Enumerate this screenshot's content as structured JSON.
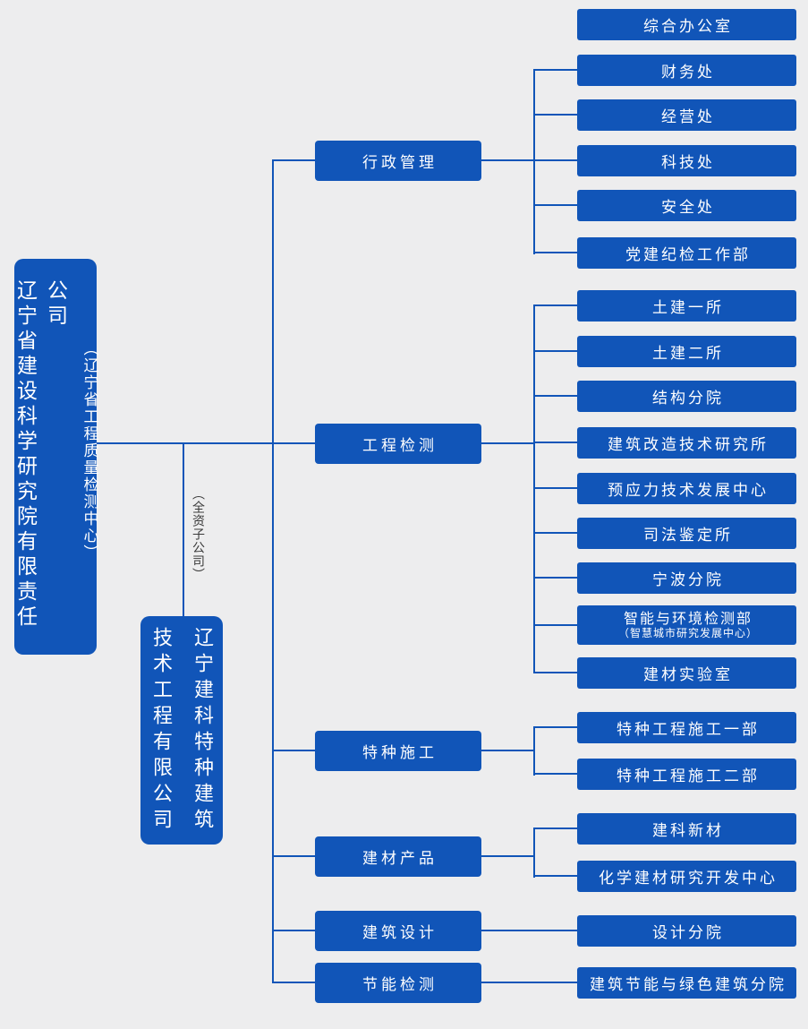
{
  "palette": {
    "node_blue": "#1155b8",
    "background_gray": "#ededee",
    "note_text": "#3a3a3a",
    "node_text": "#ffffff"
  },
  "root_company": {
    "name": "辽宁省建设科学研究院有限责任公司",
    "subtitle": "（辽宁省工程质量检测中心）"
  },
  "subsidiary_company": {
    "name_first_column": "辽宁建科特种建筑",
    "name_second_column": "技术工程有限公司",
    "full_name": "辽宁建科特种建筑技术工程有限公司",
    "ownership_note": "（全资子公司）"
  },
  "standalone": {
    "label": "综合办公室"
  },
  "branches": [
    {
      "label": "行政管理",
      "children": [
        {
          "label": "财务处"
        },
        {
          "label": "经营处"
        },
        {
          "label": "科技处"
        },
        {
          "label": "安全处"
        },
        {
          "label": "党建纪检工作部"
        }
      ]
    },
    {
      "label": "工程检测",
      "children": [
        {
          "label": "土建一所"
        },
        {
          "label": "土建二所"
        },
        {
          "label": "结构分院"
        },
        {
          "label": "建筑改造技术研究所"
        },
        {
          "label": "预应力技术发展中心"
        },
        {
          "label": "司法鉴定所"
        },
        {
          "label": "宁波分院"
        },
        {
          "label": "智能与环境检测部",
          "sublabel": "（智慧城市研究发展中心）"
        },
        {
          "label": "建材实验室"
        }
      ]
    },
    {
      "label": "特种施工",
      "children": [
        {
          "label": "特种工程施工一部"
        },
        {
          "label": "特种工程施工二部"
        }
      ]
    },
    {
      "label": "建材产品",
      "children": [
        {
          "label": "建科新材"
        },
        {
          "label": "化学建材研究开发中心"
        }
      ]
    },
    {
      "label": "建筑设计",
      "children": [
        {
          "label": "设计分院"
        }
      ]
    },
    {
      "label": "节能检测",
      "children": [
        {
          "label": "建筑节能与绿色建筑分院"
        }
      ]
    }
  ]
}
